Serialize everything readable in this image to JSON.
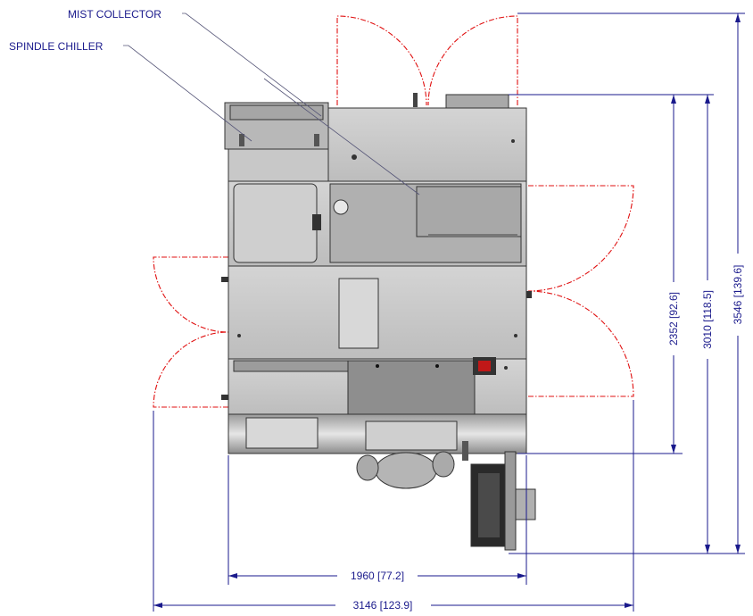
{
  "callouts": {
    "mist_collector": "MIST COLLECTOR",
    "spindle_chiller": "SPINDLE CHILLER"
  },
  "dimensions": {
    "width_machine": "1960 [77.2]",
    "width_overall": "3146 [123.9]",
    "depth_machine": "2352 [92.6]",
    "depth_with_panel": "3010 [118.5]",
    "depth_overall": "3546 [139.6]"
  },
  "colors": {
    "dimension": "#1a1a8c",
    "door_swing": "#e01010",
    "machine_body": "#c8c8c8"
  }
}
